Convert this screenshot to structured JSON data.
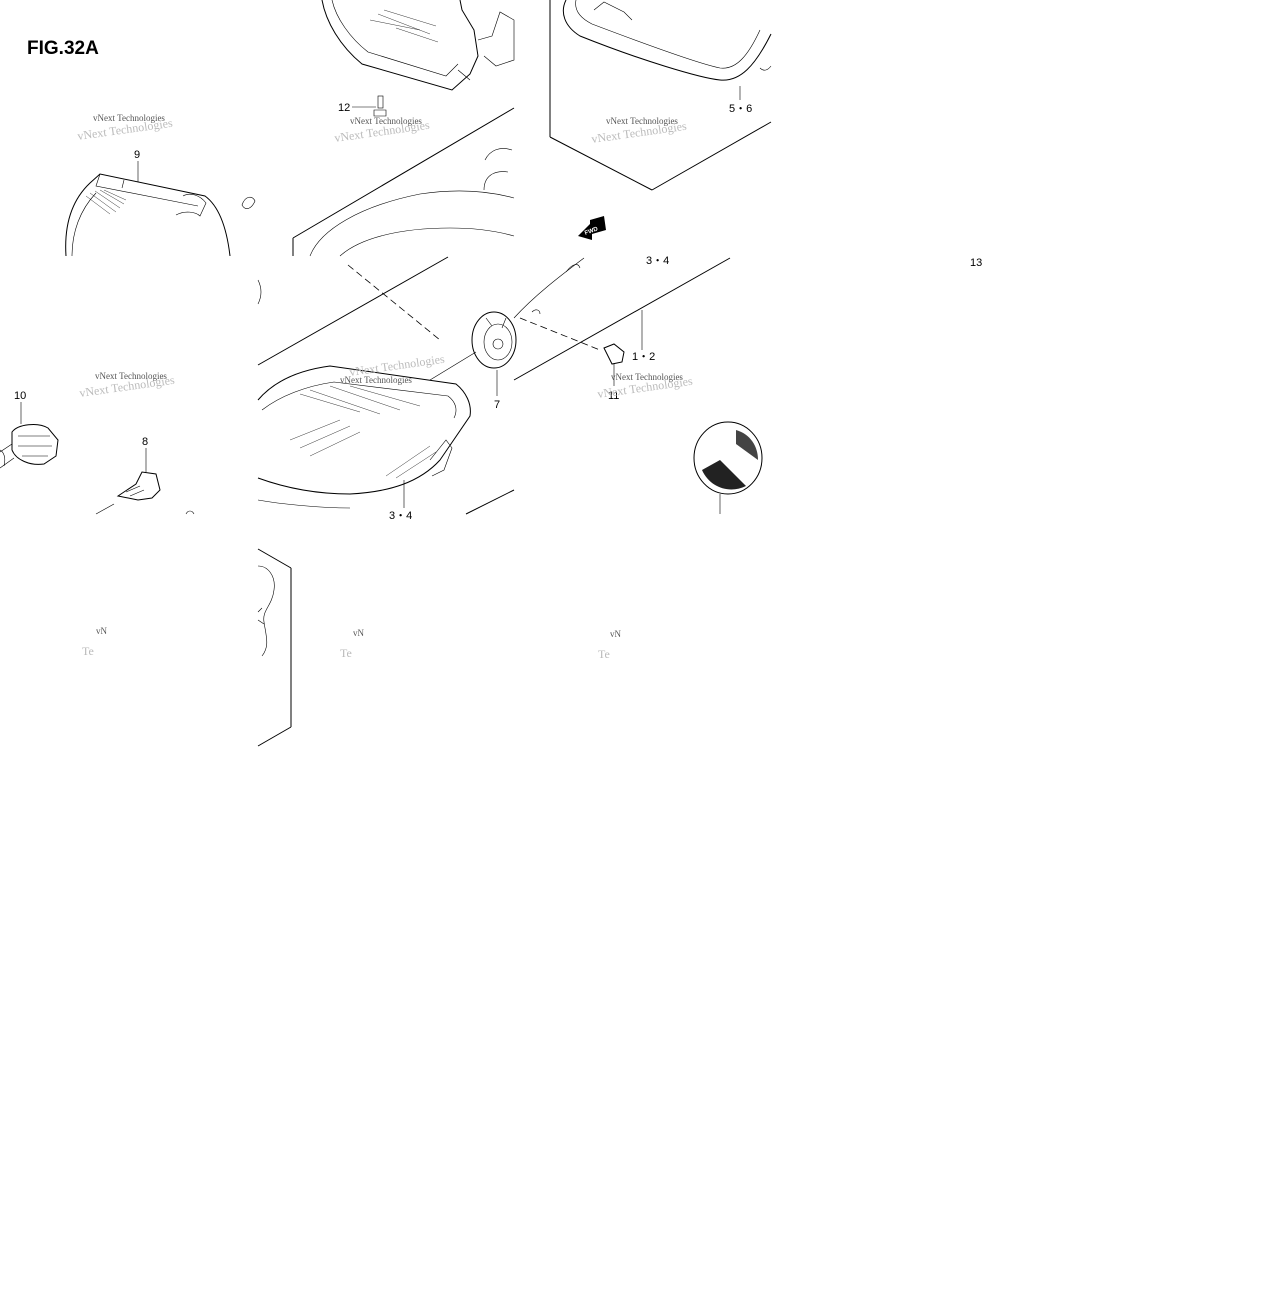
{
  "figure": {
    "title": "FIG.32A"
  },
  "callouts": {
    "c1_2": "1・2",
    "c3_4_top": "3・4",
    "c3_4_bottom": "3・4",
    "c5_6": "5・6",
    "c7": "7",
    "c8": "8",
    "c9": "9",
    "c10": "10",
    "c11": "11",
    "c12": "12",
    "c13": "13"
  },
  "watermark": {
    "line1": "vNext Technologies",
    "line2": "vNext Technologies"
  },
  "direction_marker": {
    "label": "FWD"
  }
}
